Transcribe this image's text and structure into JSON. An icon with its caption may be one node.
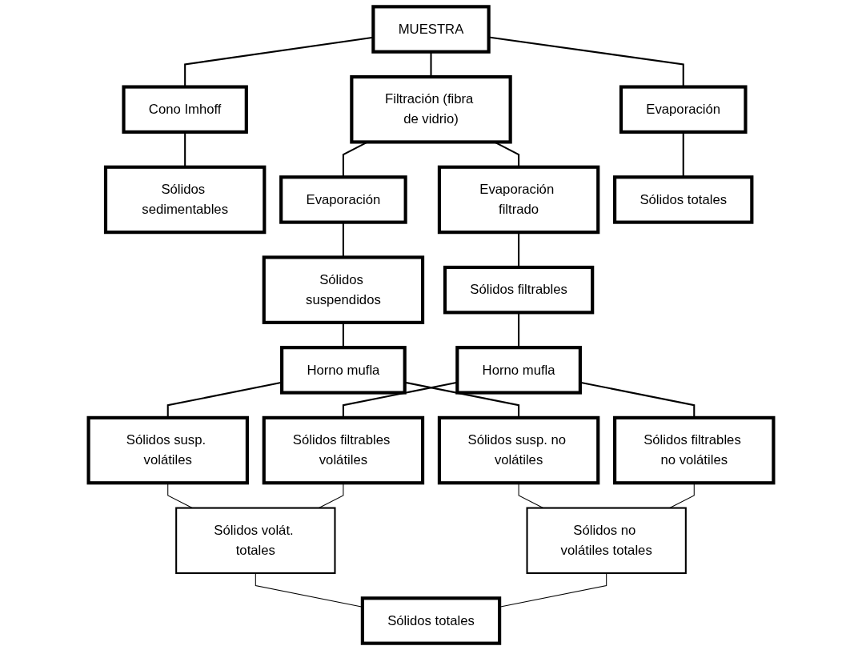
{
  "diagram": {
    "nodes": [
      {
        "text": [
          "MUESTRA"
        ]
      },
      {
        "text": [
          "Cono Imhoff"
        ]
      },
      {
        "text": [
          "Filtración (fibra de vidrio)"
        ]
      },
      {
        "text": [
          "Evaporación"
        ]
      },
      {
        "text": [
          "Sólidos sedimentables"
        ]
      },
      {
        "text": [
          "Evaporación"
        ]
      },
      {
        "text": [
          "Evaporación filtrado"
        ]
      },
      {
        "text": [
          "Sólidos totales"
        ]
      },
      {
        "text": [
          "Sólidos suspendidos"
        ]
      },
      {
        "text": [
          "Sólidos filtrables"
        ]
      },
      {
        "text": [
          "Horno mufla"
        ]
      },
      {
        "text": [
          "Horno mufla"
        ]
      },
      {
        "text": [
          "Sólidos susp. volátiles"
        ]
      },
      {
        "text": [
          "Sólidos susp. no volátiles"
        ]
      },
      {
        "text": [
          "Sólidos filtrables volátiles"
        ]
      },
      {
        "text": [
          "Sólidos filtrables no volátiles"
        ]
      },
      {
        "text": [
          "Sólidos volát. totales"
        ]
      },
      {
        "text": [
          "Sólidos no volátiles totales"
        ]
      },
      {
        "text": [
          "Sólidos totales"
        ]
      }
    ],
    "edges": [
      {
        "from": 0,
        "to": 1,
        "arrow": "none"
      },
      {
        "from": 0,
        "to": 2,
        "arrow": "none"
      },
      {
        "from": 0,
        "to": 3,
        "arrow": "none"
      },
      {
        "from": 1,
        "to": 4,
        "arrow": "none"
      },
      {
        "from": 2,
        "to": 5,
        "arrow": "none"
      },
      {
        "from": 2,
        "to": 6,
        "arrow": "none"
      },
      {
        "from": 3,
        "to": 7,
        "arrow": "none"
      },
      {
        "from": 5,
        "to": 8,
        "arrow": "none"
      },
      {
        "from": 6,
        "to": 9,
        "arrow": "none"
      },
      {
        "from": 8,
        "to": 10,
        "arrow": "none"
      },
      {
        "from": 9,
        "to": 11,
        "arrow": "none"
      },
      {
        "from": 10,
        "to": 12,
        "arrow": "none"
      },
      {
        "from": 10,
        "to": 13,
        "arrow": "none"
      },
      {
        "from": 11,
        "to": 14,
        "arrow": "none"
      },
      {
        "from": 11,
        "to": 15,
        "arrow": "none"
      },
      {
        "from": 12,
        "to": 16,
        "arrow": "none"
      },
      {
        "from": 14,
        "to": 16,
        "arrow": "none"
      },
      {
        "from": 13,
        "to": 17,
        "arrow": "none"
      },
      {
        "from": 15,
        "to": 17,
        "arrow": "none"
      },
      {
        "from": 16,
        "to": 18,
        "arrow": "none"
      },
      {
        "from": 17,
        "to": 18,
        "arrow": "none"
      }
    ]
  }
}
